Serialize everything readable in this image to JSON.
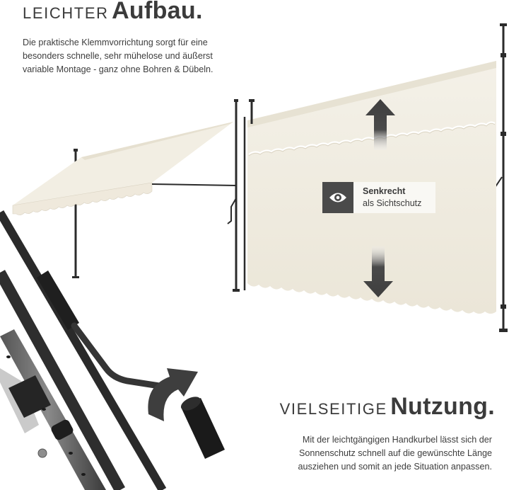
{
  "top": {
    "heading_light": "LEICHTER",
    "heading_bold": "Aufbau.",
    "lines": [
      "Die praktische Klemmvorrichtung sorgt für eine",
      "besonders schnelle, sehr mühelose und äußerst",
      "variable Montage - ganz ohne Bohren & Dübeln."
    ]
  },
  "badge": {
    "icon": "eye-icon",
    "title": "Senkrecht",
    "subtitle": "als Sichtschutz"
  },
  "bottom": {
    "heading_light": "VIELSEITIGE",
    "heading_bold": "Nutzung.",
    "lines": [
      "Mit der leichtgängigen Handkurbel lässt sich der",
      "Sonnenschutz schnell auf die gewünschte Länge",
      "ausziehen und somit an jede Situation anpassen."
    ]
  },
  "colors": {
    "fabric": "#f1ede2",
    "frame": "#2b2b2b",
    "text": "#3a3a3a"
  }
}
